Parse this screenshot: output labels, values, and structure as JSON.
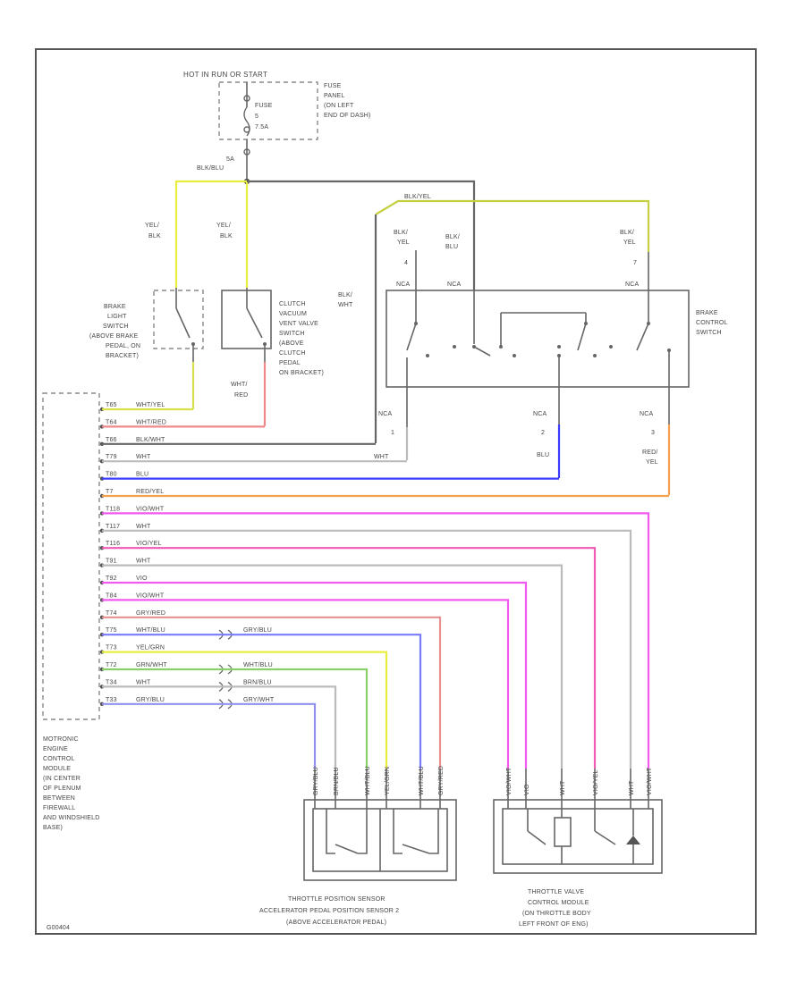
{
  "power": {
    "top_label": "HOT IN RUN OR START",
    "fuse_label": "FUSE",
    "fuse_number": "5",
    "fuse_rating": "7.5A",
    "fuse_panel_note": [
      "FUSE",
      "PANEL",
      "(ON LEFT",
      "END OF DASH)"
    ],
    "splice_label": "5A",
    "splice_color": "BLK/BLU"
  },
  "top_wires": {
    "brake_wire": [
      "YEL/",
      "BLK"
    ],
    "clutch_wire": [
      "YEL/",
      "BLK"
    ],
    "cruise_feed": "BLK/YEL"
  },
  "brake_light_switch": {
    "label": [
      "BRAKE",
      "LIGHT",
      "SWITCH",
      "(ABOVE BRAKE",
      "PEDAL, ON",
      "BRACKET)"
    ]
  },
  "clutch_switch": {
    "label": [
      "CLUTCH",
      "VACUUM",
      "VENT VALVE",
      "SWITCH",
      "(ABOVE",
      "CLUTCH",
      "PEDAL",
      "ON BRACKET)"
    ],
    "out_wire": [
      "WHT/",
      "RED"
    ]
  },
  "brake_control_switch": {
    "label": [
      "BRAKE",
      "CONTROL",
      "SWITCH"
    ],
    "left_wire": [
      "BLK/",
      "WHT"
    ],
    "top_pins": [
      {
        "wire": [
          "BLK/",
          "YEL"
        ],
        "pin": "4",
        "nc": "NCA"
      },
      {
        "wire": [
          "BLK/",
          "BLU"
        ],
        "pin": "",
        "nc": "NCA"
      },
      {
        "wire": [
          "BLK/",
          "YEL"
        ],
        "pin": "7",
        "nc": "NCA"
      }
    ],
    "bottom_pins": [
      {
        "nc": "NCA",
        "pin": "1",
        "wire": "WHT"
      },
      {
        "nc": "NCA",
        "pin": "2",
        "wire": "BLU"
      },
      {
        "nc": "NCA",
        "pin": "3",
        "wire": [
          "RED/",
          "YEL"
        ]
      }
    ]
  },
  "ecm": {
    "label": [
      "MOTRONIC",
      "ENGINE",
      "CONTROL",
      "MODULE",
      "(IN CENTER",
      "OF PLENUM",
      "BETWEEN",
      "FIREWALL",
      "AND WINDSHIELD",
      "BASE)"
    ],
    "pins": [
      {
        "pin": "T65",
        "wire": "WHT/YEL",
        "color": "#d9e04a"
      },
      {
        "pin": "T64",
        "wire": "WHT/RED",
        "color": "#f08a8a"
      },
      {
        "pin": "T66",
        "wire": "BLK/WHT",
        "color": "#666666"
      },
      {
        "pin": "T79",
        "wire": "WHT",
        "color": "#bbbbbb"
      },
      {
        "pin": "T80",
        "wire": "BLU",
        "color": "#3b3bff"
      },
      {
        "pin": "T7",
        "wire": "RED/YEL",
        "color": "#f5a050"
      },
      {
        "pin": "T118",
        "wire": "VIO/WHT",
        "color": "#f05af0"
      },
      {
        "pin": "T117",
        "wire": "WHT",
        "color": "#bbbbbb"
      },
      {
        "pin": "T116",
        "wire": "VIO/YEL",
        "color": "#f05ab4"
      },
      {
        "pin": "T91",
        "wire": "WHT",
        "color": "#bbbbbb"
      },
      {
        "pin": "T92",
        "wire": "VIO",
        "color": "#f05af0"
      },
      {
        "pin": "T84",
        "wire": "VIO/WHT",
        "color": "#f05af0"
      },
      {
        "pin": "T74",
        "wire": "GRY/RED",
        "color": "#e89090"
      },
      {
        "pin": "T75",
        "wire": "WHT/BLU",
        "color": "#7a7aff"
      },
      {
        "pin": "T73",
        "wire": "YEL/GRN",
        "color": "#e8ee40"
      },
      {
        "pin": "T72",
        "wire": "GRN/WHT",
        "color": "#8ad06a"
      },
      {
        "pin": "T34",
        "wire": "WHT",
        "color": "#bbbbbb"
      },
      {
        "pin": "T33",
        "wire": "GRY/BLU",
        "color": "#9090ee"
      }
    ],
    "splice_wires": [
      "GRY/BLU",
      "WHT/BLU",
      "BRN/BLU",
      "GRY/WHT"
    ]
  },
  "tps": {
    "wires": [
      "GRY/BLU",
      "BRN/BLU",
      "WHT/BLU",
      "YEL/GRN",
      "WHT/BLU",
      "GRY/RED"
    ],
    "label": [
      "THROTTLE POSITION SENSOR",
      "ACCELERATOR PEDAL POSITION SENSOR 2",
      "(ABOVE ACCELERATOR PEDAL)"
    ]
  },
  "tvcm": {
    "wires": [
      "VIO/WHT",
      "VIO",
      "WHT",
      "VIO/YEL",
      "WHT",
      "VIO/WHT"
    ],
    "label": [
      "THROTTLE VALVE",
      "CONTROL MODULE",
      "(ON THROTTLE BODY",
      "LEFT FRONT OF ENG)"
    ]
  },
  "footer_code": "G00404"
}
